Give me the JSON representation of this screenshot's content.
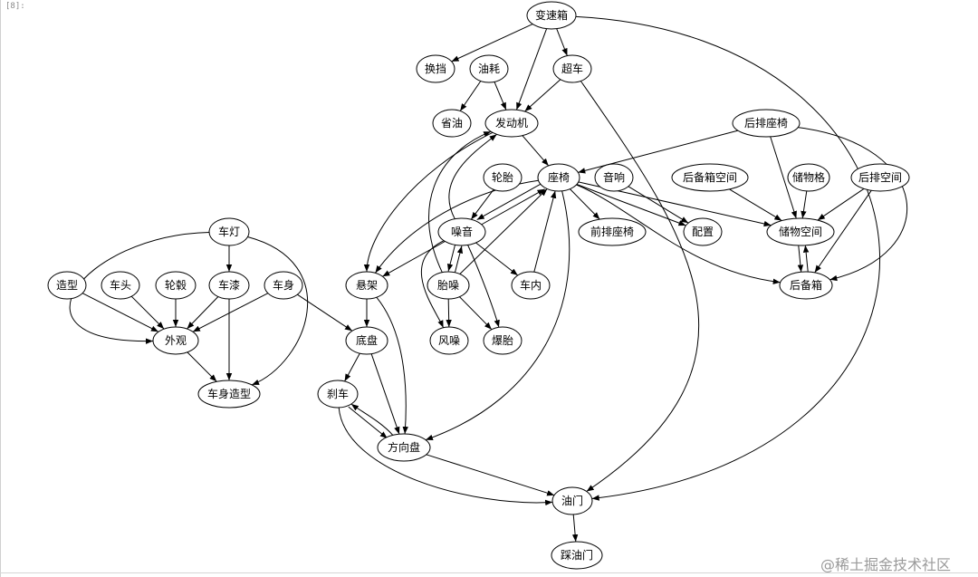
{
  "cell_prompt": "[8]:",
  "watermark": "@稀土掘金技术社区",
  "colors": {
    "stroke": "#000000",
    "fill": "#ffffff",
    "watermark": "#9a9a9a"
  },
  "nodes": [
    {
      "id": "biansuxiang",
      "label": "变速箱"
    },
    {
      "id": "huandang",
      "label": "换挡"
    },
    {
      "id": "youhao",
      "label": "油耗"
    },
    {
      "id": "chaoche",
      "label": "超车"
    },
    {
      "id": "shengyou",
      "label": "省油"
    },
    {
      "id": "fadongji",
      "label": "发动机"
    },
    {
      "id": "houpaizuoyi",
      "label": "后排座椅"
    },
    {
      "id": "luntai",
      "label": "轮胎"
    },
    {
      "id": "zuoyi",
      "label": "座椅"
    },
    {
      "id": "yinxiang",
      "label": "音响"
    },
    {
      "id": "houbeixiangkongjian",
      "label": "后备箱空间"
    },
    {
      "id": "chuwuge",
      "label": "储物格"
    },
    {
      "id": "houpaikongjian",
      "label": "后排空间"
    },
    {
      "id": "chedeng",
      "label": "车灯"
    },
    {
      "id": "zaoyin",
      "label": "噪音"
    },
    {
      "id": "qianpaizuoyi",
      "label": "前排座椅"
    },
    {
      "id": "peizhi",
      "label": "配置"
    },
    {
      "id": "chuwukongjian",
      "label": "储物空间"
    },
    {
      "id": "zaoxing",
      "label": "造型"
    },
    {
      "id": "chetou",
      "label": "车头"
    },
    {
      "id": "lungu",
      "label": "轮毂"
    },
    {
      "id": "chqi",
      "label": "车漆"
    },
    {
      "id": "cheshen",
      "label": "车身"
    },
    {
      "id": "xuanjia",
      "label": "悬架"
    },
    {
      "id": "taizao",
      "label": "胎噪"
    },
    {
      "id": "chenei",
      "label": "车内"
    },
    {
      "id": "houbeixiang",
      "label": "后备箱"
    },
    {
      "id": "waiguan",
      "label": "外观"
    },
    {
      "id": "dipan",
      "label": "底盘"
    },
    {
      "id": "fengzao",
      "label": "风噪"
    },
    {
      "id": "baotai",
      "label": "爆胎"
    },
    {
      "id": "cheshenzaoxing",
      "label": "车身造型"
    },
    {
      "id": "shache",
      "label": "刹车"
    },
    {
      "id": "fangxiangpan",
      "label": "方向盘"
    },
    {
      "id": "youmen",
      "label": "油门"
    },
    {
      "id": "caiyoumen",
      "label": "踩油门"
    }
  ],
  "edges": [
    {
      "from": "biansuxiang",
      "to": "huandang"
    },
    {
      "from": "biansuxiang",
      "to": "fadongji"
    },
    {
      "from": "biansuxiang",
      "to": "chaoche"
    },
    {
      "from": "biansuxiang",
      "to": "youmen"
    },
    {
      "from": "youhao",
      "to": "shengyou"
    },
    {
      "from": "youhao",
      "to": "fadongji"
    },
    {
      "from": "chaoche",
      "to": "fadongji"
    },
    {
      "from": "chaoche",
      "to": "youmen"
    },
    {
      "from": "fadongji",
      "to": "zuoyi"
    },
    {
      "from": "fadongji",
      "to": "xuanjia"
    },
    {
      "from": "houpaizuoyi",
      "to": "zuoyi"
    },
    {
      "from": "houpaizuoyi",
      "to": "chuwukongjian"
    },
    {
      "from": "houpaizuoyi",
      "to": "houbeixiang"
    },
    {
      "from": "luntai",
      "to": "zaoyin"
    },
    {
      "from": "zuoyi",
      "to": "zaoyin"
    },
    {
      "from": "zuoyi",
      "to": "qianpaizuoyi"
    },
    {
      "from": "zuoyi",
      "to": "peizhi"
    },
    {
      "from": "zuoyi",
      "to": "chuwukongjian"
    },
    {
      "from": "zuoyi",
      "to": "houbeixiang"
    },
    {
      "from": "zuoyi",
      "to": "xuanjia"
    },
    {
      "from": "zuoyi",
      "to": "fangxiangpan"
    },
    {
      "from": "yinxiang",
      "to": "peizhi"
    },
    {
      "from": "houbeixiangkongjian",
      "to": "chuwukongjian"
    },
    {
      "from": "chuwuge",
      "to": "chuwukongjian"
    },
    {
      "from": "houpaikongjian",
      "to": "chuwukongjian"
    },
    {
      "from": "houpaikongjian",
      "to": "houbeixiang"
    },
    {
      "from": "chuwukongjian",
      "to": "houbeixiang"
    },
    {
      "from": "houbeixiang",
      "to": "chuwukongjian"
    },
    {
      "from": "zaoyin",
      "to": "fadongji"
    },
    {
      "from": "zaoyin",
      "to": "zuoyi"
    },
    {
      "from": "zaoyin",
      "to": "xuanjia"
    },
    {
      "from": "zaoyin",
      "to": "taizao"
    },
    {
      "from": "zaoyin",
      "to": "chenei"
    },
    {
      "from": "zaoyin",
      "to": "fengzao"
    },
    {
      "from": "zaoyin",
      "to": "baotai"
    },
    {
      "from": "taizao",
      "to": "zaoyin"
    },
    {
      "from": "taizao",
      "to": "fadongji"
    },
    {
      "from": "taizao",
      "to": "zuoyi"
    },
    {
      "from": "taizao",
      "to": "fengzao"
    },
    {
      "from": "taizao",
      "to": "baotai"
    },
    {
      "from": "chenei",
      "to": "zuoyi"
    },
    {
      "from": "chedeng",
      "to": "chqi"
    },
    {
      "from": "chedeng",
      "to": "waiguan"
    },
    {
      "from": "chedeng",
      "to": "cheshenzaoxing"
    },
    {
      "from": "zaoxing",
      "to": "waiguan"
    },
    {
      "from": "chetou",
      "to": "waiguan"
    },
    {
      "from": "lungu",
      "to": "waiguan"
    },
    {
      "from": "chqi",
      "to": "waiguan"
    },
    {
      "from": "chqi",
      "to": "cheshenzaoxing"
    },
    {
      "from": "cheshen",
      "to": "waiguan"
    },
    {
      "from": "cheshen",
      "to": "dipan"
    },
    {
      "from": "waiguan",
      "to": "cheshenzaoxing"
    },
    {
      "from": "xuanjia",
      "to": "dipan"
    },
    {
      "from": "xuanjia",
      "to": "fangxiangpan"
    },
    {
      "from": "dipan",
      "to": "shache"
    },
    {
      "from": "dipan",
      "to": "fangxiangpan"
    },
    {
      "from": "shache",
      "to": "fangxiangpan"
    },
    {
      "from": "fangxiangpan",
      "to": "shache"
    },
    {
      "from": "shache",
      "to": "youmen"
    },
    {
      "from": "fangxiangpan",
      "to": "youmen"
    },
    {
      "from": "youmen",
      "to": "caiyoumen"
    }
  ]
}
